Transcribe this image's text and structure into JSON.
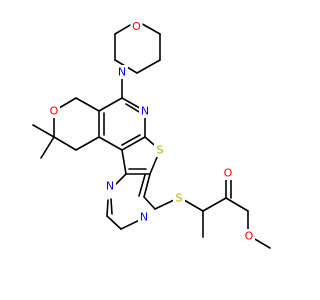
{
  "molecule": {
    "atom_labels": {
      "morpholine_oxygen": "O",
      "morpholine_nitrogen": "N",
      "pyran_oxygen": "O",
      "pyridine_nitrogen": "N",
      "thiophene_sulfur": "S",
      "pyrimidine_nitrogen_top": "N",
      "pyrimidine_nitrogen_bottom": "N",
      "thioether_sulfur": "S",
      "carbonyl_oxygen": "O",
      "ester_oxygen": "O"
    },
    "element_colors": {
      "N": "#0000ff",
      "O": "#ff0000",
      "S": "#b2b200",
      "bond": "#000000"
    }
  }
}
